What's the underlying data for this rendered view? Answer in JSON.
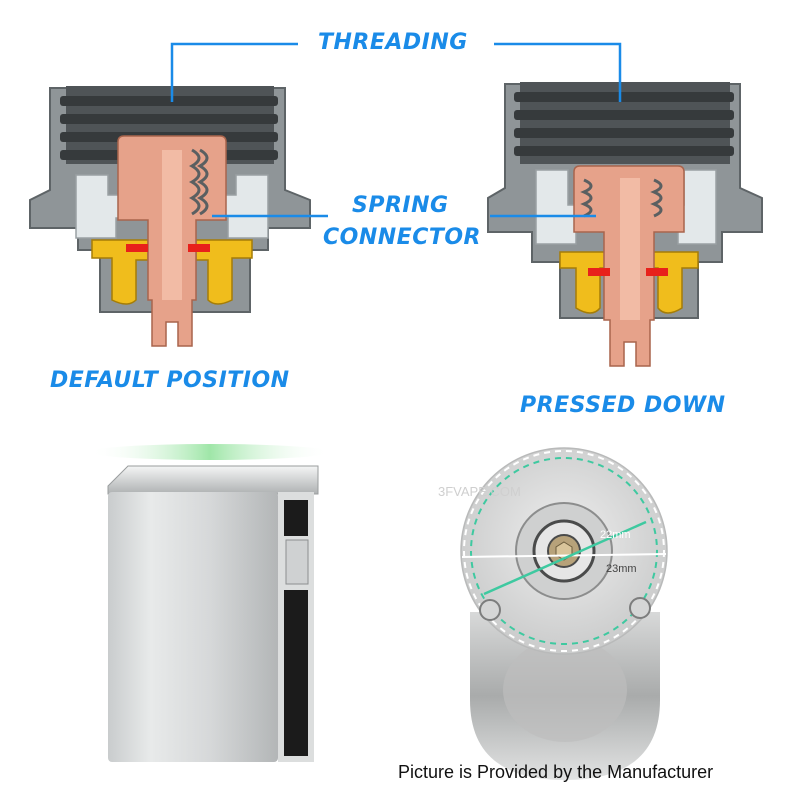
{
  "labels": {
    "threading": "THREADING",
    "spring": "SPRING",
    "connector": "CONNECTOR",
    "default_position": "DEFAULT POSITION",
    "pressed_down": "PRESSED DOWN"
  },
  "measurements": {
    "inner": "22mm",
    "outer": "23mm"
  },
  "watermark": "3FVAPE.COM",
  "footer": "Picture is Provided by the Manufacturer",
  "colors": {
    "label_blue": "#1a8be8",
    "thread_dark": "#4f5457",
    "housing_grey": "#8f9598",
    "insulator": "#e3e8ea",
    "copper": "#e6a28a",
    "brass": "#f0bd1c",
    "marker_red": "#e8211b",
    "measure_green": "#3ec9a0"
  }
}
